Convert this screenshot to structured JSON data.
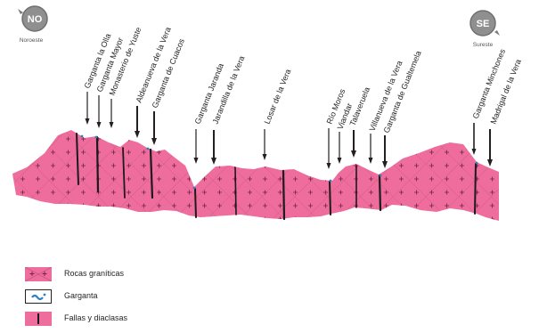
{
  "compass": {
    "left": {
      "abbr": "NO",
      "name": "Noroeste"
    },
    "right": {
      "abbr": "SE",
      "name": "Sureste"
    }
  },
  "labels": [
    "Garganta la Olla",
    "Garganta Mayor",
    "Monasterio de Yuste",
    "Aldeanueva de la Vera",
    "Garganta de Cuacos",
    "Garganta Jaranda",
    "Jarandilla de la Vera",
    "Losar de la Vera",
    "Río Moros",
    "Viandar",
    "Talaveruela",
    "Villanueva de la Vera",
    "Garganta de Gualtemela",
    "Garganta Minchones",
    "Madrigal de la Vera"
  ],
  "legend": [
    {
      "label": "Rocas graníticas",
      "icon": "granite-swatch"
    },
    {
      "label": "Garganta",
      "icon": "gorge-swatch"
    },
    {
      "label": "Fallas y diaclasas",
      "icon": "fault-swatch"
    }
  ],
  "colors": {
    "granite": "#ee6d9c",
    "granite_cross": "#8a3358",
    "fault": "#1b1b1b",
    "gorge": "#2d7fc0"
  }
}
